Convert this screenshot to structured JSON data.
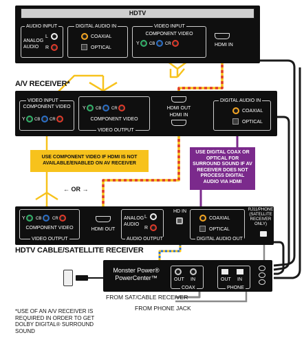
{
  "hdtv": {
    "title": "HDTV",
    "audio_input": "AUDIO INPUT",
    "analog": "ANALOG",
    "audio": "AUDIO",
    "l": "L",
    "r": "R",
    "digital_audio_in": "DIGITAL AUDIO IN",
    "coaxial": "COAXIAL",
    "optical": "OPTICAL",
    "video_input": "VIDEO INPUT",
    "component_video": "COMPONENT VIDEO",
    "y": "Y",
    "cb": "CB",
    "cr": "CR",
    "hdmi_in": "HDMI IN"
  },
  "receiver": {
    "label": "A/V RECEIVER*",
    "video_input": "VIDEO INPUT",
    "component_video_in": "COMPONENT VIDEO",
    "component_video_out": "COMPONENT VIDEO",
    "video_output": "VIDEO OUTPUT",
    "y": "Y",
    "cb": "CB",
    "cr": "CR",
    "hdmi_out": "HDMI OUT",
    "hdmi_in": "HDMI IN",
    "digital_audio_in": "DIGITAL AUDIO IN",
    "coaxial": "COAXIAL",
    "optical": "OPTICAL"
  },
  "notes": {
    "yellow": "USE COMPONENT VIDEO IF HDMI IS NOT AVAILABLE/ENABLED ON AV RECEIVER",
    "purple": "USE DIGITAL COAX OR OPTICAL FOR SURROUND SOUND IF AV RECEIVER DOES NOT PROCESS DIGITAL AUDIO VIA HDMI",
    "or": "← OR →"
  },
  "cable_box": {
    "label": "HDTV CABLE/SATELLITE RECEIVER",
    "y": "Y",
    "cb": "CB",
    "cr": "CR",
    "component_video": "COMPONENT VIDEO",
    "video_output": "VIDEO OUTPUT",
    "hdmi_out": "HDMI OUT",
    "analog": "ANALOG",
    "audio": "AUDIO",
    "l": "L",
    "r": "R",
    "audio_output": "AUDIO OUTPUT",
    "hd_in": "HD IN",
    "coaxial": "COAXIAL",
    "optical": "OPTICAL",
    "digital_audio_out": "DIGITAL AUDIO OUT",
    "rj11": "RJ11/PHONE (SATELLITE RECEIVER ONLY)"
  },
  "power_center": {
    "brand": "Monster Power®",
    "name": "PowerCenter™",
    "out": "OUT",
    "in": "IN",
    "coax": "COAX",
    "out2": "OUT",
    "in2": "IN",
    "phone": "PHONE"
  },
  "labels": {
    "from_sat": "FROM SAT/CABLE RECEIVER",
    "from_phone": "FROM PHONE JACK"
  },
  "footnote": "*USE OF AN A/V RECEIVER IS REQUIRED IN ORDER TO GET DOLBY DIGITAL® SURROUND SOUND",
  "colors": {
    "yellow_cable": "#f7c21c",
    "red_cable": "#e03a2a",
    "purple_note": "#7b2a8c",
    "blue_cable": "#2c6fc6",
    "black_panel": "#0f0f0f",
    "gray_cable": "#8a8a8a"
  }
}
